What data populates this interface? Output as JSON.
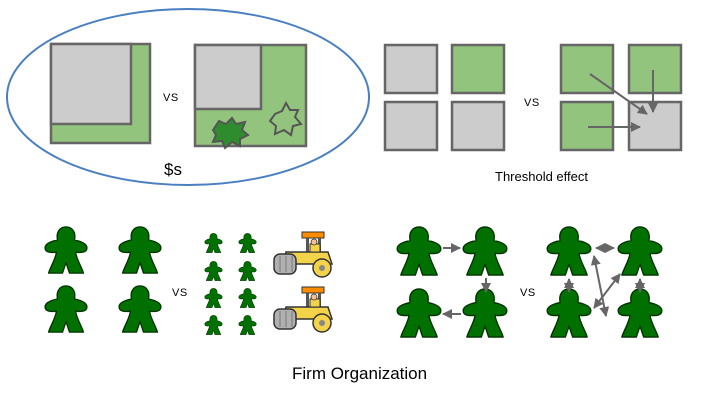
{
  "labels": {
    "vs": "VS",
    "money": "$s",
    "threshold": "Threshold effect",
    "firm": "Firm Organization"
  },
  "colors": {
    "green": "#93c47d",
    "gray": "#cccccc",
    "border": "#666666",
    "meeple": "#007000",
    "ellipse": "#4a7fc1",
    "arrow": "#666666",
    "splat": "#2e8b2e"
  },
  "icons": {
    "meeple": "meeple-icon",
    "steamroller": "steamroller-icon",
    "splat": "splat-icon"
  }
}
